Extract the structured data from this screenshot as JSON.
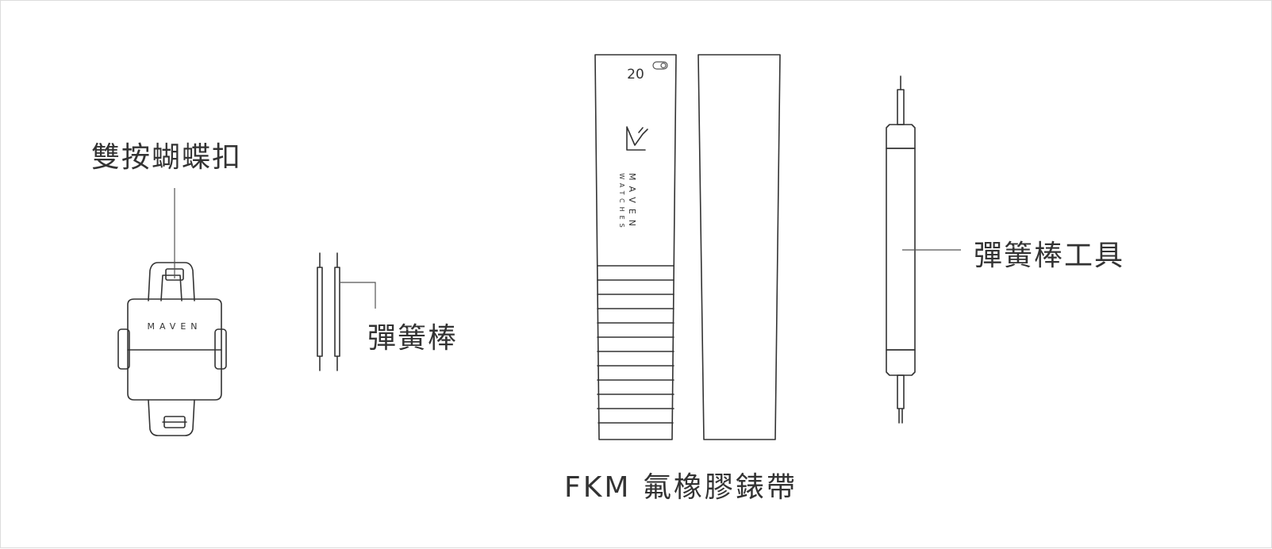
{
  "labels": {
    "buckle": "雙按蝴蝶扣",
    "spring_bar": "彈簧棒",
    "spring_bar_tool": "彈簧棒工具",
    "strap": "FKM 氟橡膠錶帶"
  },
  "buckle_brand": "MAVEN",
  "strap_size": "20",
  "strap_logo": {
    "brand": "MAVEN",
    "sub": "WATCHES"
  },
  "colors": {
    "line": "#333333",
    "background": "#ffffff"
  }
}
